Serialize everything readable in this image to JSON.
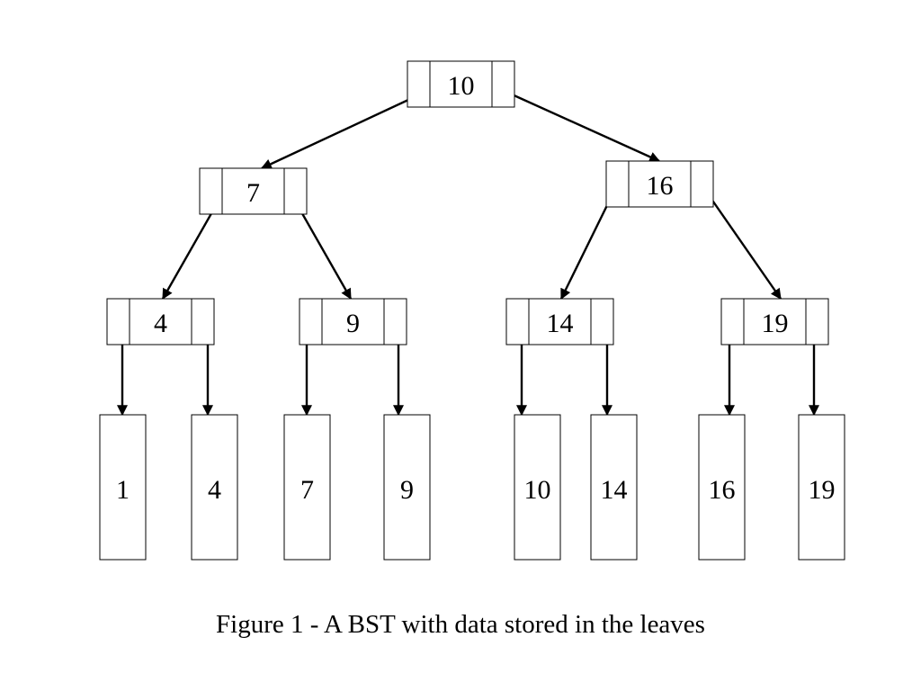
{
  "figure": {
    "caption": "Figure 1 - A BST with data stored in the leaves",
    "colors": {
      "stroke": "#000000",
      "background": "#ffffff"
    }
  },
  "tree": {
    "root": {
      "key": "10",
      "left": {
        "key": "7",
        "left": {
          "key": "4",
          "left_leaf": "1",
          "right_leaf": "4"
        },
        "right": {
          "key": "9",
          "left_leaf": "7",
          "right_leaf": "9"
        }
      },
      "right": {
        "key": "16",
        "left": {
          "key": "14",
          "left_leaf": "10",
          "right_leaf": "14"
        },
        "right": {
          "key": "19",
          "left_leaf": "16",
          "right_leaf": "19"
        }
      }
    }
  }
}
